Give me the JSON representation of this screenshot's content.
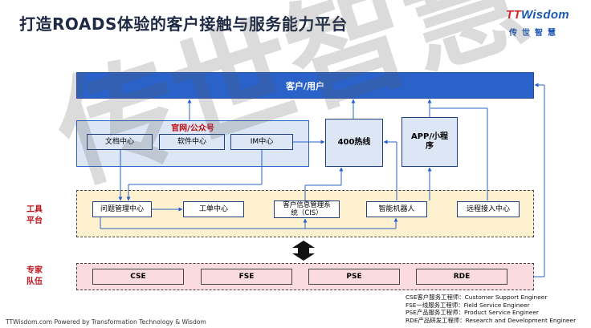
{
  "header": {
    "title": "打造ROADS体验的客户接触与服务能力平台",
    "logo_en": "TTWisdom",
    "logo_cn": "传世智慧"
  },
  "watermark": "传世智慧",
  "customer_bar": "客户/用户",
  "channels": {
    "caption": "官网/公众号",
    "items": [
      "文档中心",
      "软件中心",
      "IM中心"
    ],
    "hotline": "400热线",
    "app": "APP/小程\n序"
  },
  "tool_platform": {
    "label": "工具\n平台",
    "items": [
      "问题管理中心",
      "工单中心",
      "客户信息管理系\n统（CIS）",
      "智能机器人",
      "远程接入中心"
    ]
  },
  "expert_team": {
    "label": "专家\n队伍",
    "items": [
      "CSE",
      "FSE",
      "PSE",
      "RDE"
    ]
  },
  "legend": [
    "CSE客户服务工程师：Customer Support Engineer",
    "FSE一线服务工程师：Field Service Engineer",
    "PSE产品服务工程师：Product Service Engineer",
    "RDE产品研发工程师：Research and Development Engineer"
  ],
  "footer": "TTWisdom.com Powered by Transformation Technology & Wisdom",
  "colors": {
    "primary_blue": "#2a62c9",
    "light_blue": "#dce6f5",
    "tool_fill": "#fdf1d0",
    "expert_fill": "#fadbde",
    "accent_red": "#c0101a"
  }
}
